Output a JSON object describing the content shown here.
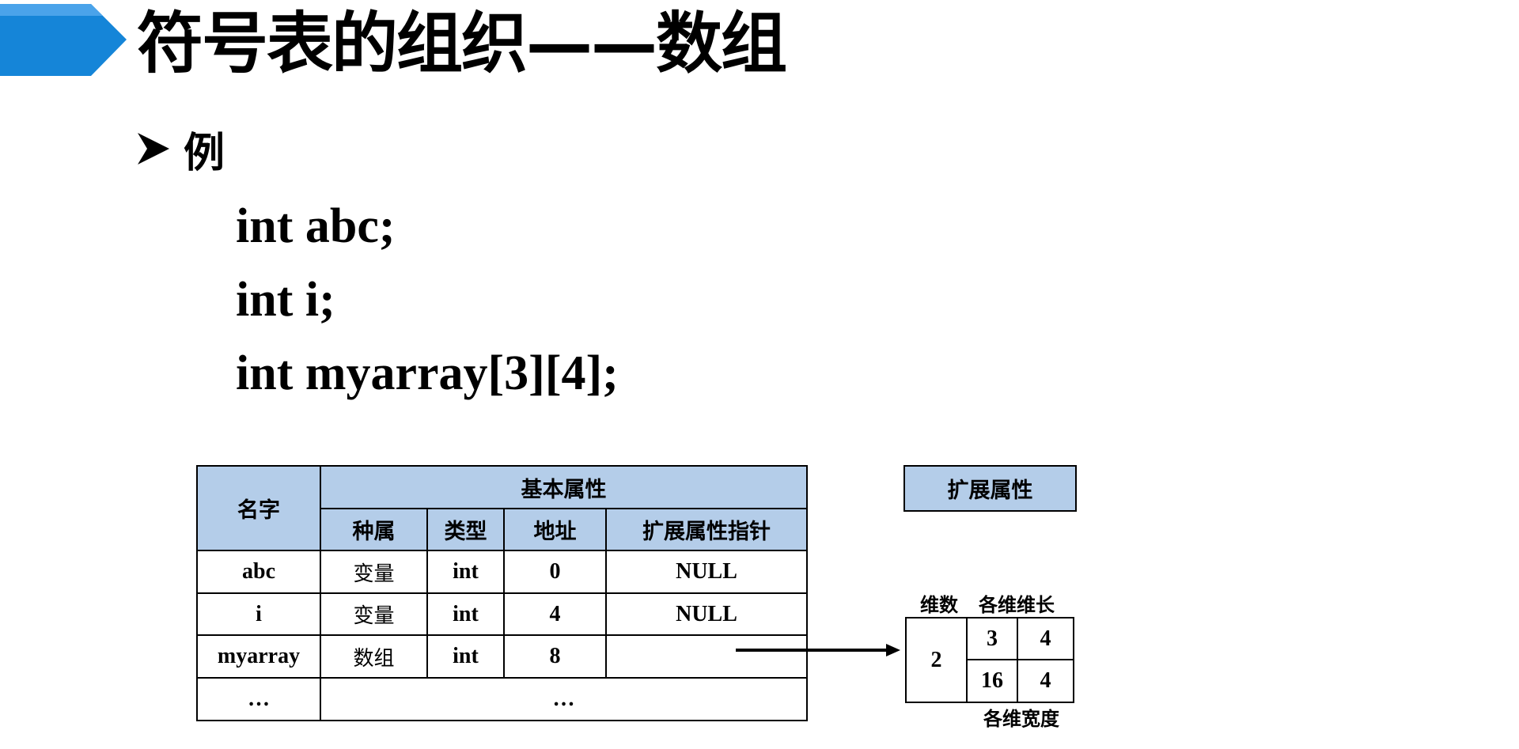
{
  "slide": {
    "title": "符号表的组织——数组",
    "bullet": "例",
    "code": [
      "int abc;",
      "int i;",
      "int myarray[3][4];"
    ],
    "accent_color": "#1585d8",
    "header_fill": "#b4cde9"
  },
  "table": {
    "header_name": "名字",
    "header_basic": "基本属性",
    "subheaders": [
      "种属",
      "类型",
      "地址",
      "扩展属性指针"
    ],
    "rows": [
      {
        "name": "abc",
        "kind": "变量",
        "type": "int",
        "addr": "0",
        "ext": "NULL"
      },
      {
        "name": "i",
        "kind": "变量",
        "type": "int",
        "addr": "4",
        "ext": "NULL"
      },
      {
        "name": "myarray",
        "kind": "数组",
        "type": "int",
        "addr": "8",
        "ext": ""
      }
    ],
    "ellipsis_name": "…",
    "ellipsis_rest": "…"
  },
  "extension": {
    "title": "扩展属性",
    "label_dims": "维数",
    "label_lengths": "各维维长",
    "label_widths": "各维宽度",
    "dims": "2",
    "lengths": [
      "3",
      "4"
    ],
    "widths": [
      "16",
      "4"
    ]
  }
}
